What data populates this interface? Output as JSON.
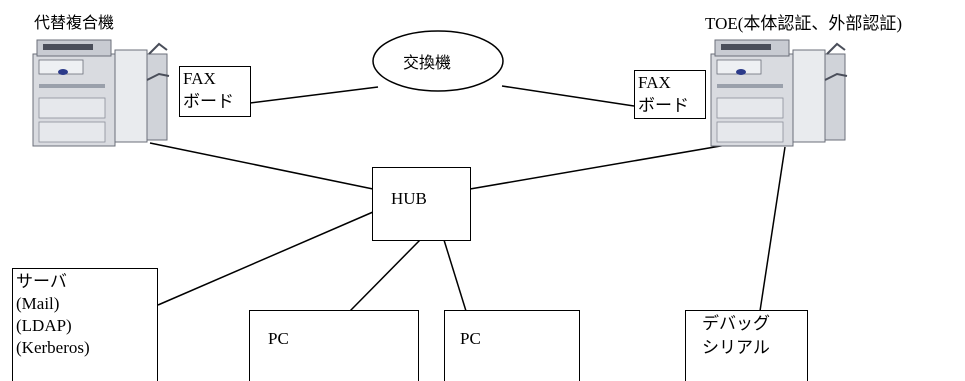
{
  "diagram": {
    "labels": {
      "alt_mfp": "代替複合機",
      "toe": "TOE(本体認証、外部認証)",
      "exchange": "交換機",
      "hub": "HUB"
    },
    "fax_left": {
      "line1": "FAX",
      "line2": "ボード"
    },
    "fax_right": {
      "line1": "FAX",
      "line2": "ボード"
    },
    "server": {
      "line1": "サーバ",
      "line2": "(Mail)",
      "line3": "(LDAP)",
      "line4": "(Kerberos)"
    },
    "pc1": "PC",
    "pc2": "PC",
    "debug": {
      "line1": "デバッグ",
      "line2": "シリアル"
    },
    "colors": {
      "stroke": "#000000",
      "printer_body": "#d9dbe0",
      "printer_dark": "#4a4e5a",
      "printer_accent": "#2b3a8a"
    }
  }
}
